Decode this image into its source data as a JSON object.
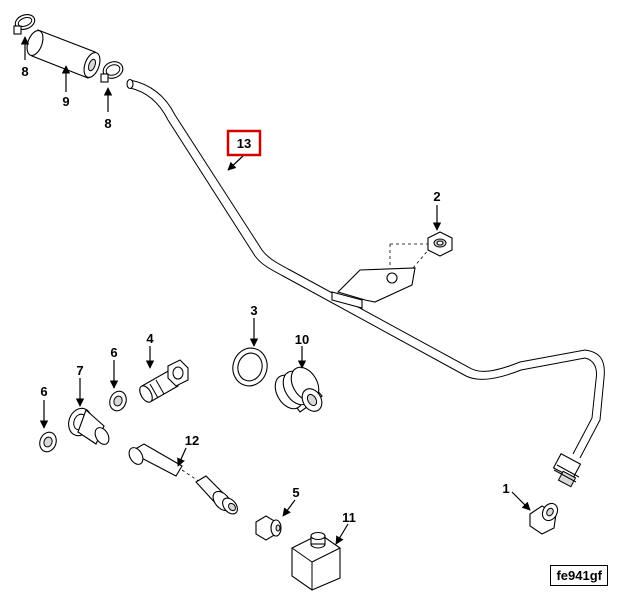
{
  "callouts": {
    "c1": "1",
    "c2": "2",
    "c3": "3",
    "c4": "4",
    "c5": "5",
    "c6a": "6",
    "c6b": "6",
    "c7": "7",
    "c8a": "8",
    "c8b": "8",
    "c9": "9",
    "c10": "10",
    "c11": "11",
    "c12": "12",
    "c13": "13"
  },
  "highlight": {
    "callout": "13",
    "color": "#d00000"
  },
  "reference_code": "fe941gf"
}
